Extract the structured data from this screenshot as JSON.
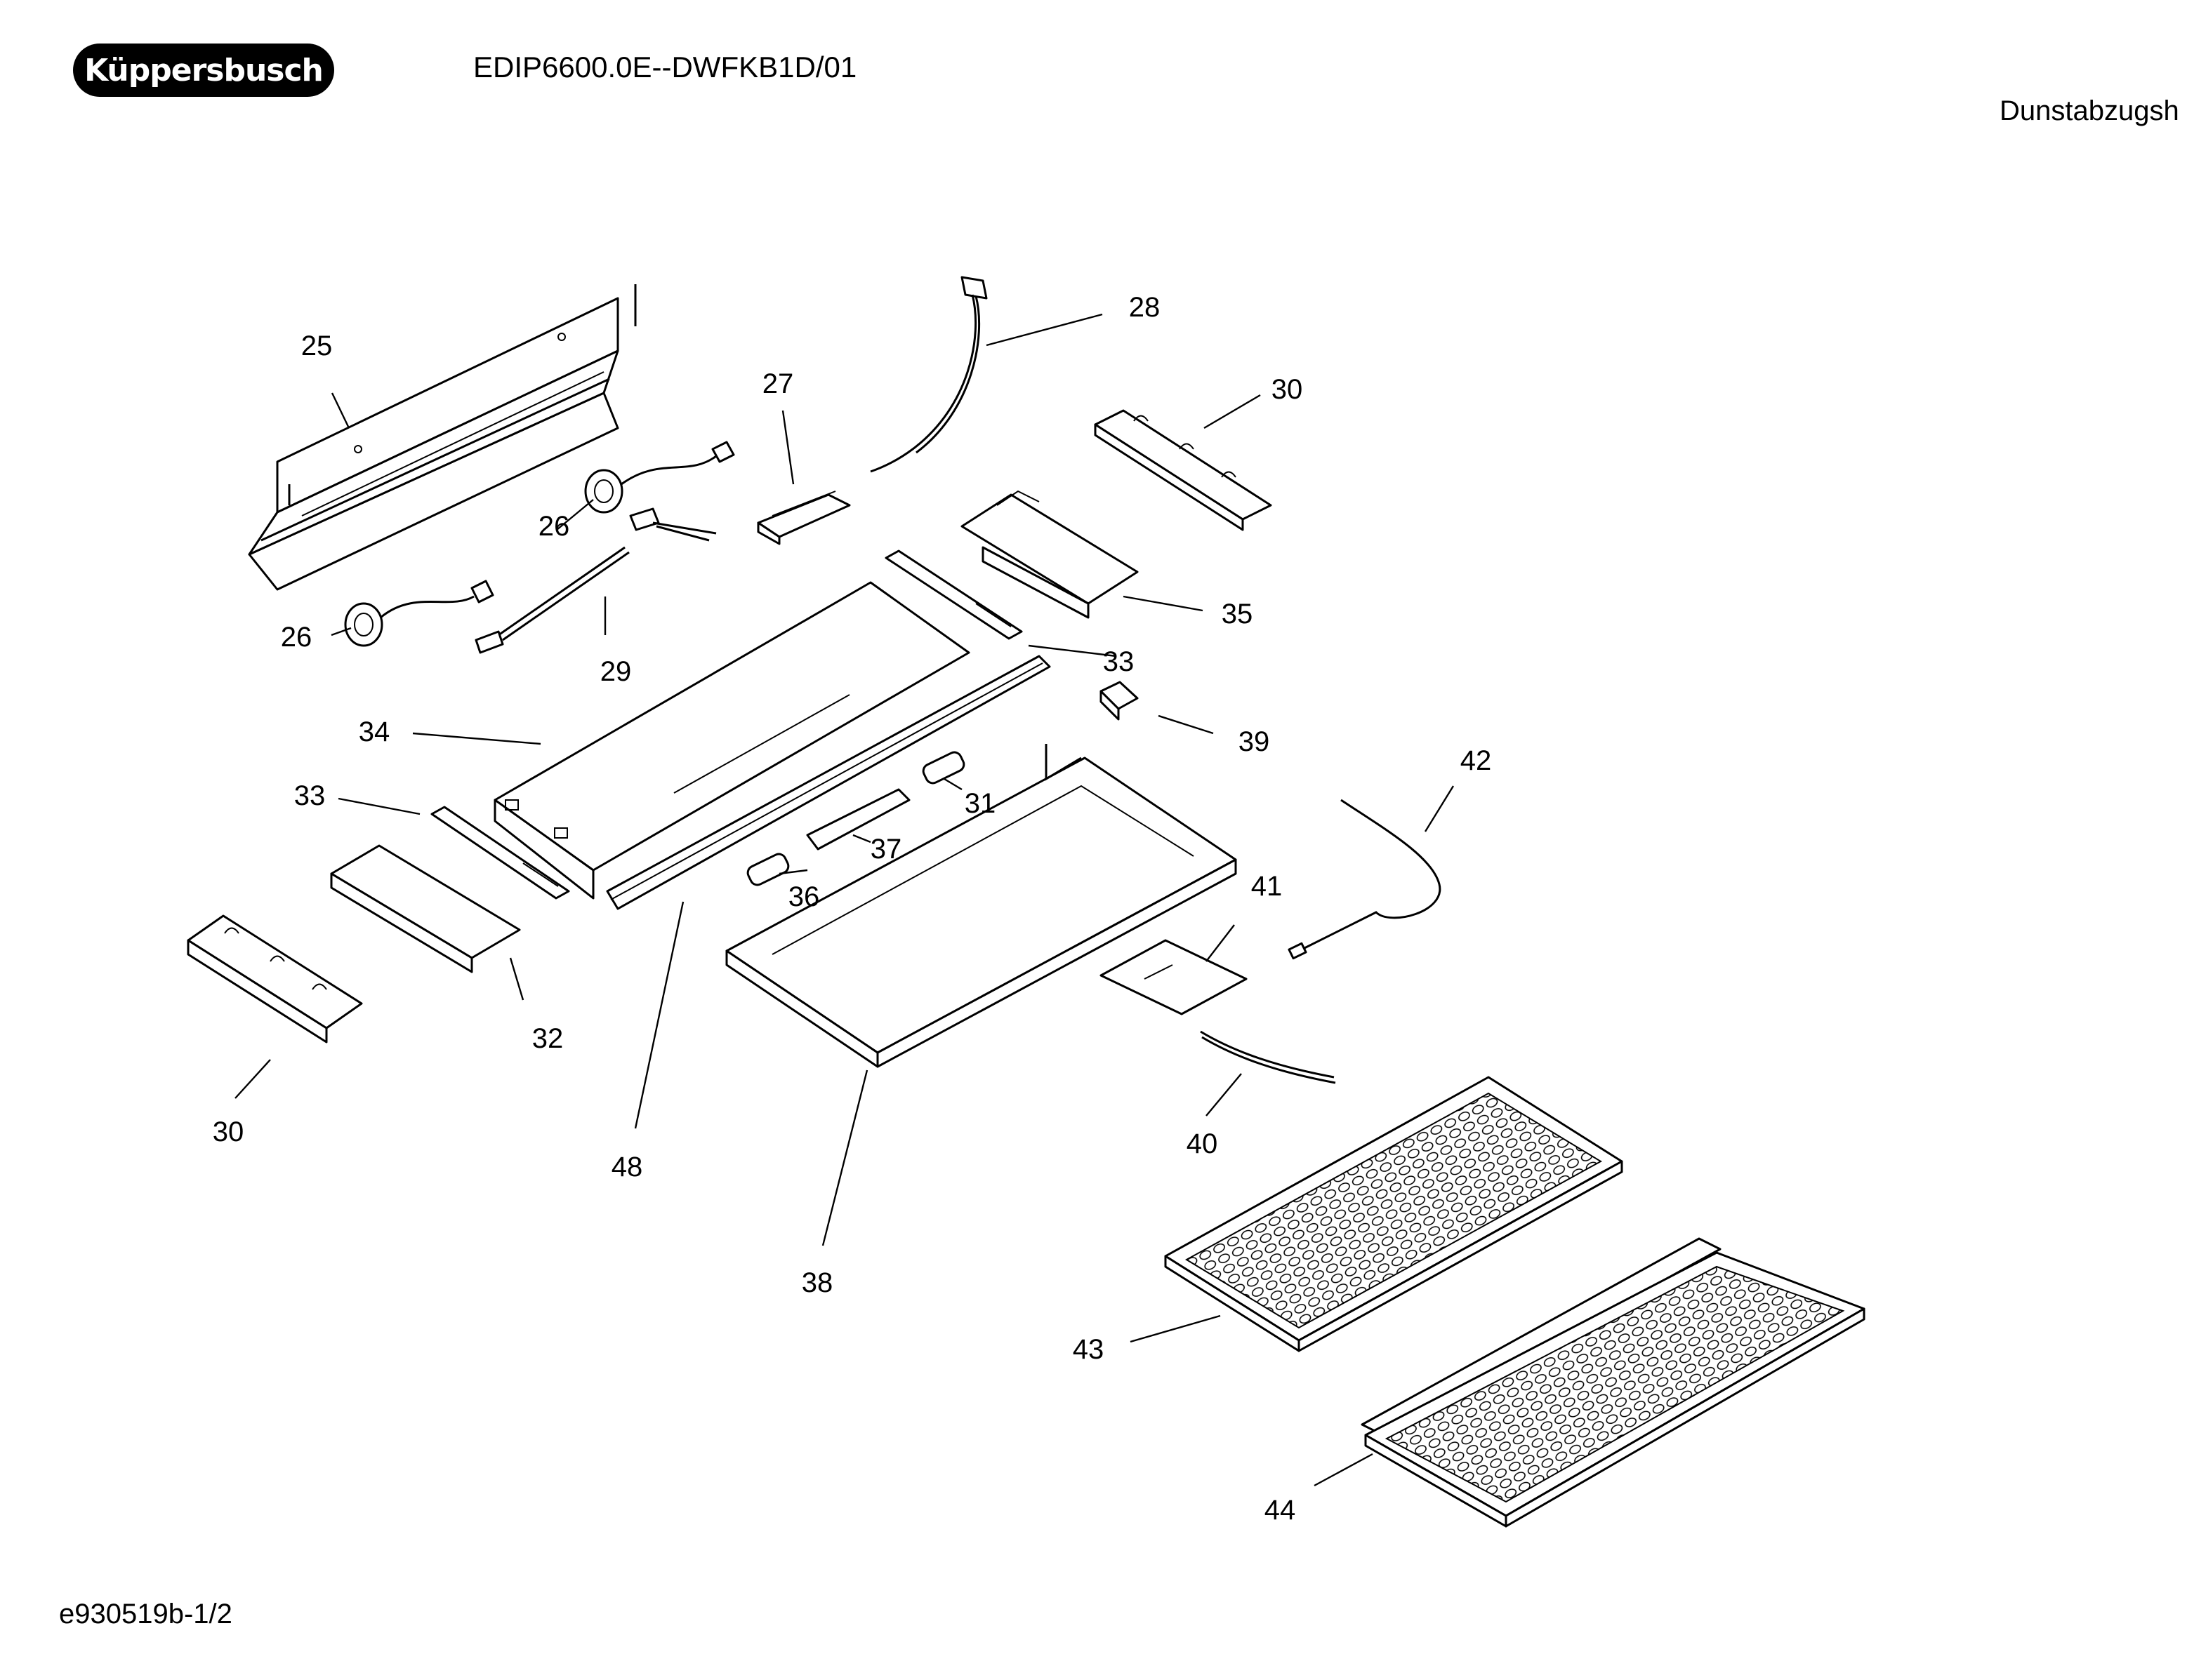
{
  "header": {
    "brand": "Küppersbusch",
    "model": "EDIP6600.0E--DWFKB1D/01",
    "category": "Dunstabzugsh"
  },
  "footer": {
    "doc_ref": "e930519b-1/2"
  },
  "part_labels": {
    "p25": "25",
    "p26a": "26",
    "p26b": "26",
    "p27": "27",
    "p28": "28",
    "p29": "29",
    "p30a": "30",
    "p30b": "30",
    "p31": "31",
    "p32": "32",
    "p33a": "33",
    "p33b": "33",
    "p34": "34",
    "p35": "35",
    "p36": "36",
    "p37": "37",
    "p38": "38",
    "p39": "39",
    "p40": "40",
    "p41": "41",
    "p42": "42",
    "p43": "43",
    "p44": "44",
    "p48": "48"
  },
  "colors": {
    "line": "#000000",
    "background": "#ffffff"
  }
}
